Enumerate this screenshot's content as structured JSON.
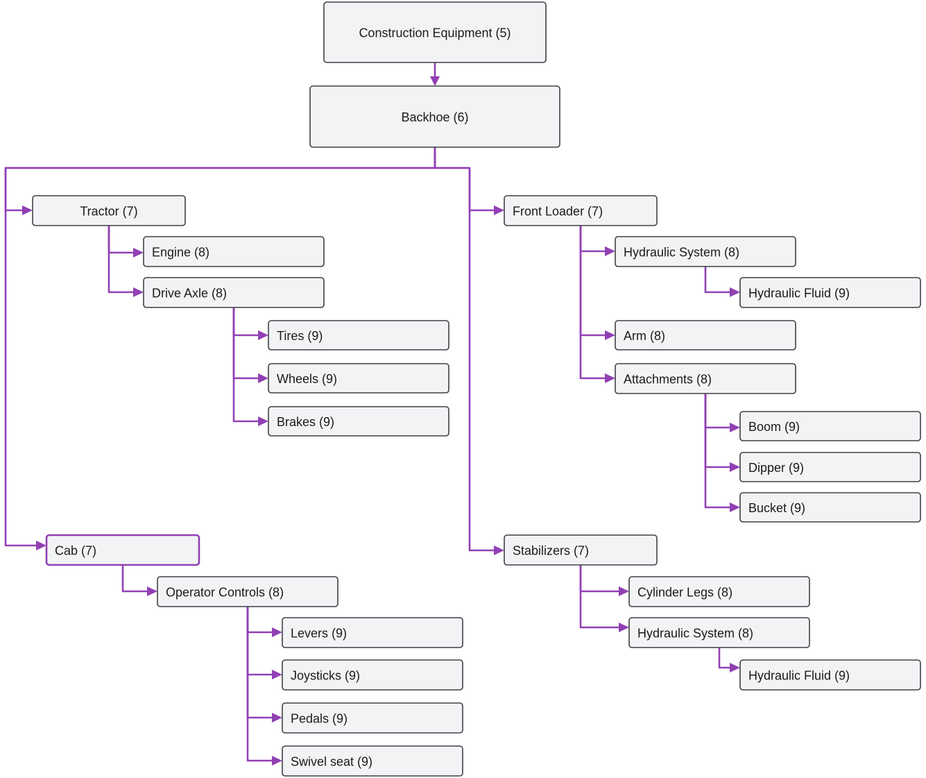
{
  "accent_color": "#9140b4",
  "nodes": {
    "n1": {
      "label": "Construction Equipment (5)"
    },
    "n2": {
      "label": "Backhoe (6)"
    },
    "n3": {
      "label": "Tractor (7)"
    },
    "n4": {
      "label": "Engine (8)"
    },
    "n5": {
      "label": "Drive Axle (8)"
    },
    "n6": {
      "label": "Tires (9)"
    },
    "n7": {
      "label": "Wheels (9)"
    },
    "n8": {
      "label": "Brakes (9)"
    },
    "n9": {
      "label": "Front Loader (7)"
    },
    "n10": {
      "label": "Hydraulic System (8)"
    },
    "n11": {
      "label": "Hydraulic Fluid (9)"
    },
    "n12": {
      "label": "Arm (8)"
    },
    "n13": {
      "label": "Attachments (8)"
    },
    "n14": {
      "label": "Boom (9)"
    },
    "n15": {
      "label": "Dipper (9)"
    },
    "n16": {
      "label": "Bucket (9)"
    },
    "n17": {
      "label": "Cab (7)"
    },
    "n18": {
      "label": "Operator Controls (8)"
    },
    "n19": {
      "label": "Levers (9)"
    },
    "n20": {
      "label": "Joysticks (9)"
    },
    "n21": {
      "label": "Pedals (9)"
    },
    "n22": {
      "label": "Swivel seat (9)"
    },
    "n23": {
      "label": "Stabilizers (7)"
    },
    "n24": {
      "label": "Cylinder Legs (8)"
    },
    "n25": {
      "label": "Hydraulic System (8)"
    },
    "n26": {
      "label": "Hydraulic Fluid (9)"
    }
  },
  "edges": [
    {
      "from": "n1",
      "to": "n2"
    },
    {
      "from": "n2",
      "to": "n3"
    },
    {
      "from": "n2",
      "to": "n9"
    },
    {
      "from": "n2",
      "to": "n17"
    },
    {
      "from": "n2",
      "to": "n23"
    },
    {
      "from": "n3",
      "to": "n4"
    },
    {
      "from": "n3",
      "to": "n5"
    },
    {
      "from": "n5",
      "to": "n6"
    },
    {
      "from": "n5",
      "to": "n7"
    },
    {
      "from": "n5",
      "to": "n8"
    },
    {
      "from": "n9",
      "to": "n10"
    },
    {
      "from": "n10",
      "to": "n11"
    },
    {
      "from": "n9",
      "to": "n12"
    },
    {
      "from": "n9",
      "to": "n13"
    },
    {
      "from": "n13",
      "to": "n14"
    },
    {
      "from": "n13",
      "to": "n15"
    },
    {
      "from": "n13",
      "to": "n16"
    },
    {
      "from": "n17",
      "to": "n18"
    },
    {
      "from": "n18",
      "to": "n19"
    },
    {
      "from": "n18",
      "to": "n20"
    },
    {
      "from": "n18",
      "to": "n21"
    },
    {
      "from": "n18",
      "to": "n22"
    },
    {
      "from": "n23",
      "to": "n24"
    },
    {
      "from": "n23",
      "to": "n25"
    },
    {
      "from": "n25",
      "to": "n26"
    }
  ]
}
